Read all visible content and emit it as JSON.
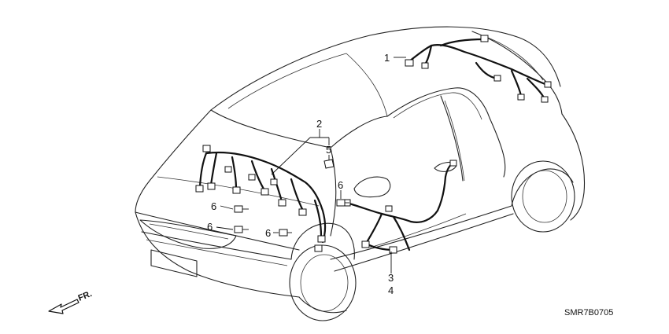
{
  "diagram": {
    "callouts": {
      "c1": "1",
      "c2": "2",
      "c3": "3",
      "c4": "4",
      "c5": "5",
      "c6a": "6",
      "c6b": "6",
      "c6c": "6",
      "c6d": "6"
    },
    "direction_label": "FR.",
    "diagram_code": "SMR7B0705"
  }
}
